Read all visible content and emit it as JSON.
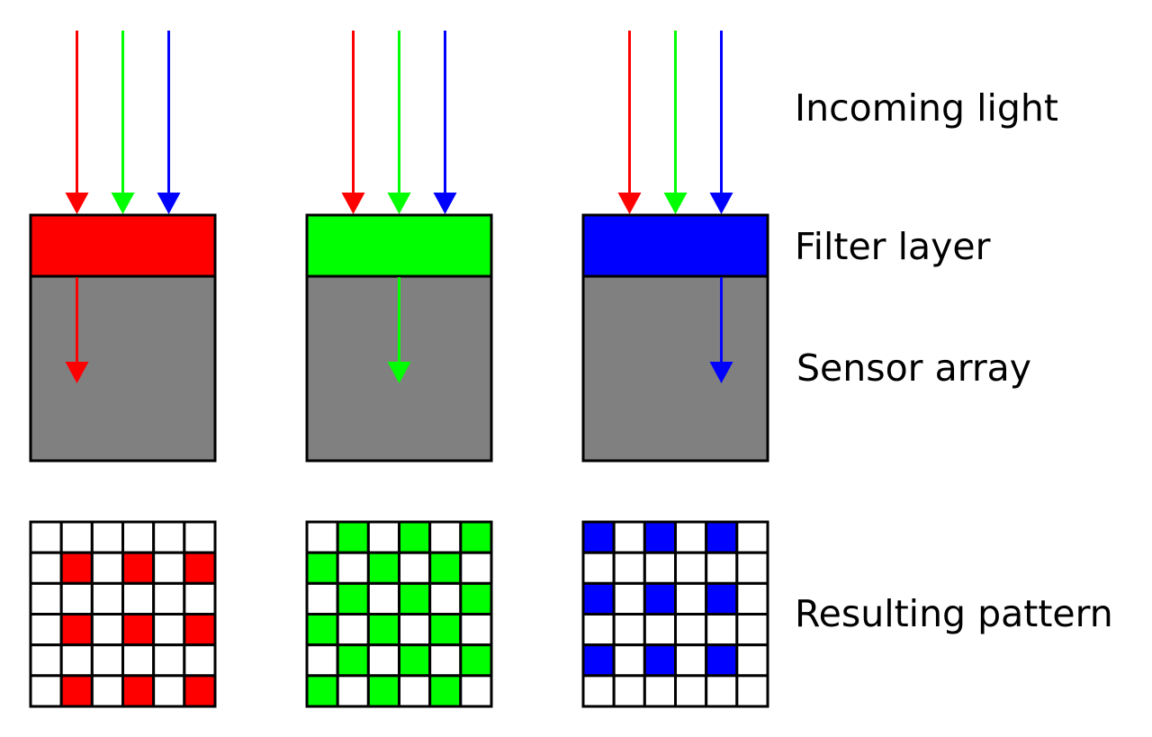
{
  "labels": {
    "incoming_light": "Incoming light",
    "filter_layer": "Filter layer",
    "sensor_array": "Sensor array",
    "resulting_pattern": "Resulting pattern"
  },
  "colors": {
    "red": "#ff0000",
    "green": "#00ff00",
    "blue": "#0000ff",
    "sensor": "#808080",
    "outline": "#000000",
    "empty_cell": "#ffffff"
  },
  "columns": [
    {
      "filter": "red",
      "passes": "red",
      "pattern": [
        [
          0,
          0,
          0,
          0,
          0,
          0
        ],
        [
          0,
          1,
          0,
          1,
          0,
          1
        ],
        [
          0,
          0,
          0,
          0,
          0,
          0
        ],
        [
          0,
          1,
          0,
          1,
          0,
          1
        ],
        [
          0,
          0,
          0,
          0,
          0,
          0
        ],
        [
          0,
          1,
          0,
          1,
          0,
          1
        ]
      ]
    },
    {
      "filter": "green",
      "passes": "green",
      "pattern": [
        [
          0,
          1,
          0,
          1,
          0,
          1
        ],
        [
          1,
          0,
          1,
          0,
          1,
          0
        ],
        [
          0,
          1,
          0,
          1,
          0,
          1
        ],
        [
          1,
          0,
          1,
          0,
          1,
          0
        ],
        [
          0,
          1,
          0,
          1,
          0,
          1
        ],
        [
          1,
          0,
          1,
          0,
          1,
          0
        ]
      ]
    },
    {
      "filter": "blue",
      "passes": "blue",
      "pattern": [
        [
          1,
          0,
          1,
          0,
          1,
          0
        ],
        [
          0,
          0,
          0,
          0,
          0,
          0
        ],
        [
          1,
          0,
          1,
          0,
          1,
          0
        ],
        [
          0,
          0,
          0,
          0,
          0,
          0
        ],
        [
          1,
          0,
          1,
          0,
          1,
          0
        ],
        [
          0,
          0,
          0,
          0,
          0,
          0
        ]
      ]
    }
  ]
}
